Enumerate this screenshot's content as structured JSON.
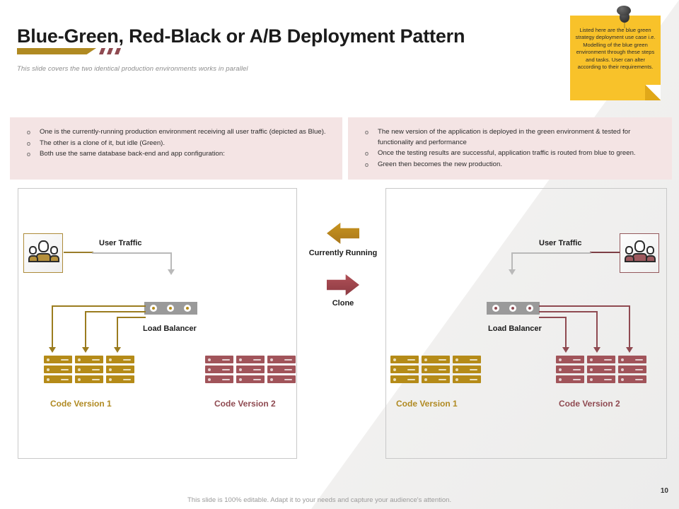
{
  "header": {
    "title": "Blue-Green, Red-Black or A/B Deployment Pattern",
    "subtitle": "This slide covers the two identical production environments works in parallel"
  },
  "sticky_note": {
    "text": "Listed here are the blue green strategy deployment use case i.e. Modelling of the blue green environment through these steps and tasks. User can alter according to their requirements.",
    "color": "#f8c22a",
    "pin_icon": "pushpin-icon"
  },
  "callouts": {
    "left": {
      "background": "#f4e4e4",
      "bullets": [
        "One is the currently-running production environment receiving all user traffic (depicted as Blue).",
        "The other is a clone of it, but idle (Green).",
        "Both use the same database back-end and app configuration:"
      ]
    },
    "right": {
      "background": "#f4e4e4",
      "bullets": [
        "The new version of the application is deployed in the green environment & tested for functionality and performance",
        "Once the testing results are successful, application traffic is routed from blue to green.",
        "Green then becomes the new production."
      ]
    }
  },
  "diagram": {
    "left_panel": {
      "user_icon": "users-group-icon",
      "user_traffic_label": "User Traffic",
      "load_balancer_label": "Load Balancer",
      "active_version_label": "Code Version 1",
      "idle_version_label": "Code Version 2",
      "active_color": "#b58b18",
      "idle_color": "#a1545a",
      "rack_rows": 3,
      "rack_cols": 3
    },
    "center": {
      "arrow_up_label": "Currently Running",
      "arrow_up_icon": "arrow-left-icon",
      "arrow_up_color": "#b8891c",
      "arrow_down_label": "Clone",
      "arrow_down_icon": "arrow-right-icon",
      "arrow_down_color": "#9e454d"
    },
    "right_panel": {
      "user_icon": "users-group-icon",
      "user_traffic_label": "User Traffic",
      "load_balancer_label": "Load Balancer",
      "idle_version_label": "Code Version 1",
      "active_version_label": "Code Version 2",
      "idle_color": "#b58b18",
      "active_color": "#a1545a",
      "rack_rows": 3,
      "rack_cols": 3
    }
  },
  "footer": {
    "note": "This slide is 100% editable. Adapt it to your needs and capture your audience's attention.",
    "page_number": "10"
  }
}
